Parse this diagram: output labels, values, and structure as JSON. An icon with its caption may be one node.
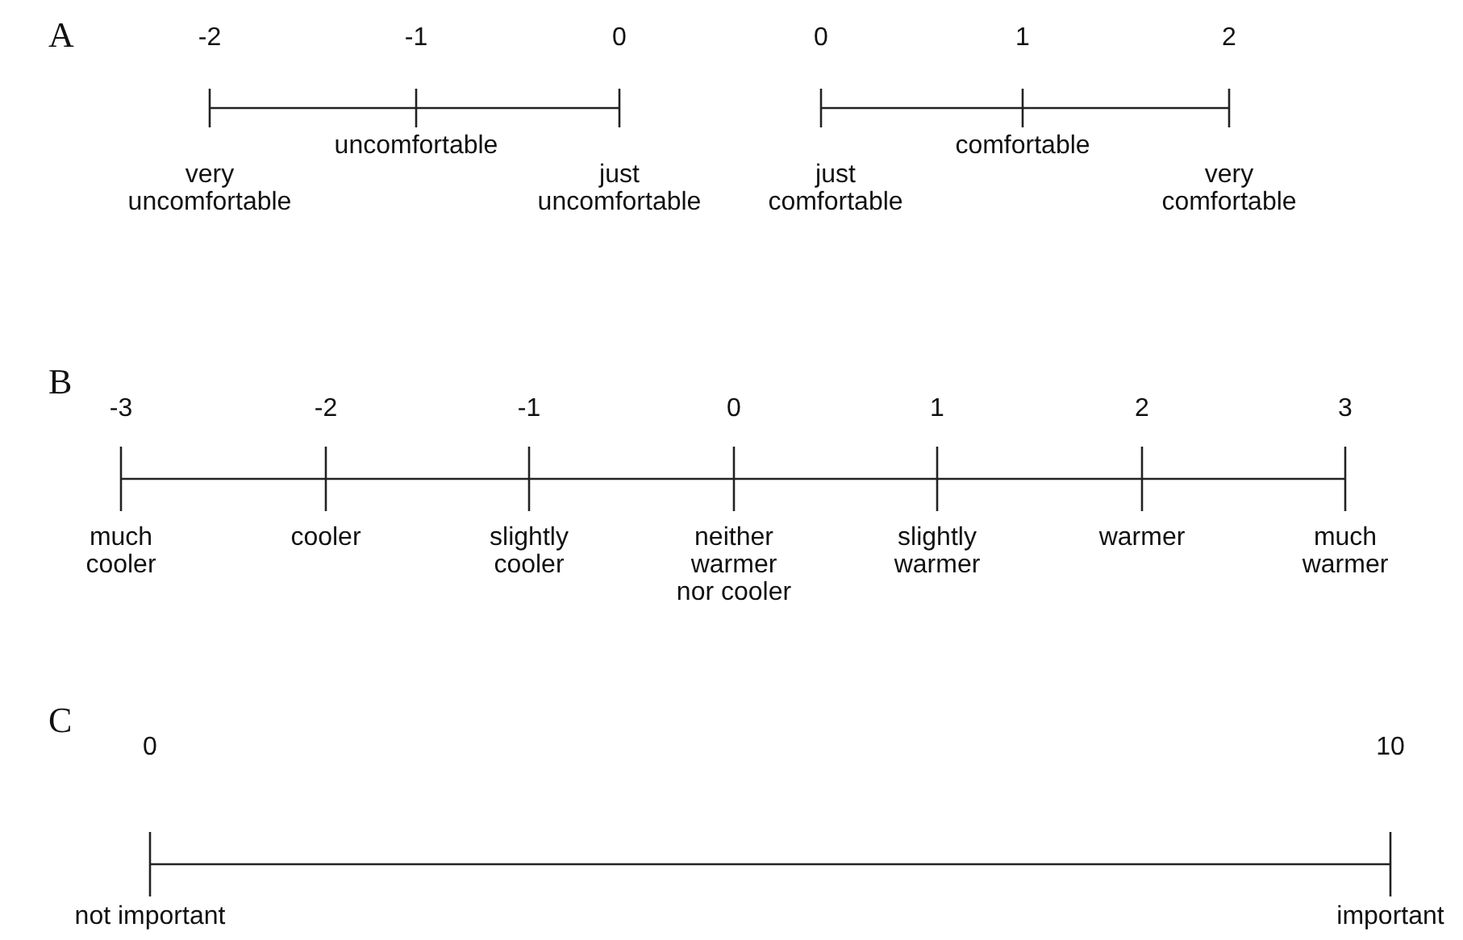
{
  "diagram": {
    "labels": [
      "A",
      "-2",
      "-1",
      "0",
      "0",
      "1",
      "2",
      "very uncomfortable",
      "uncomfortable",
      "just uncomfortable",
      "just comfortable",
      "comfortable",
      "very comfortable",
      "B",
      "-3",
      "-2",
      "-1",
      "0",
      "1",
      "2",
      "3",
      "much cooler",
      "cooler",
      "slightly cooler",
      "neither warmer nor cooler",
      "slightly warmer",
      "warmer",
      "much warmer",
      "C",
      "0",
      "10",
      "not important",
      "important"
    ]
  }
}
